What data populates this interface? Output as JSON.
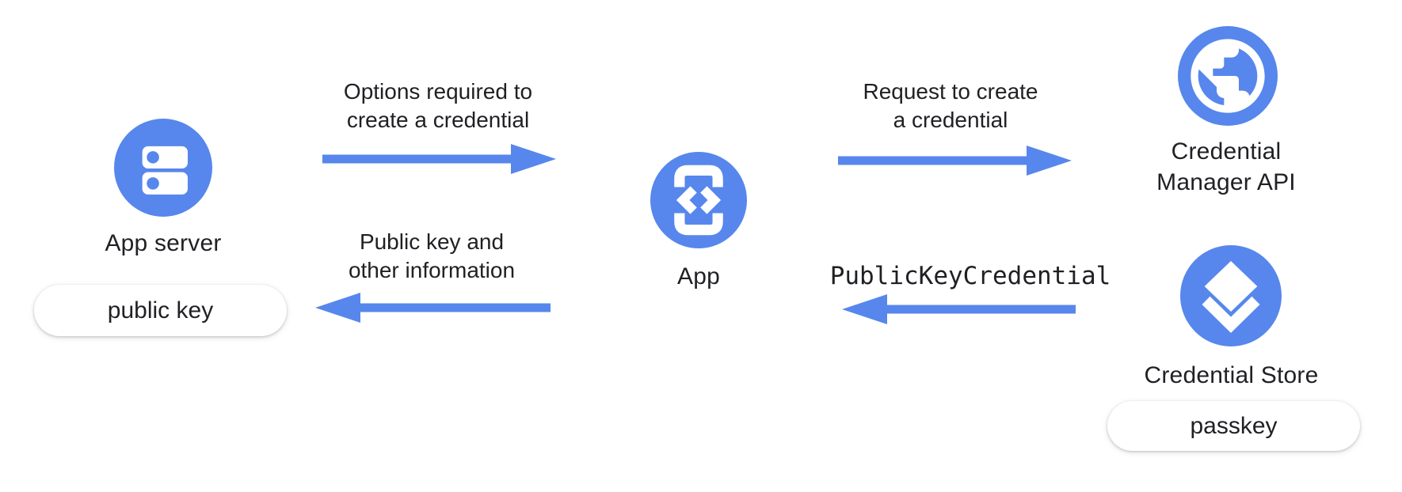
{
  "colors": {
    "accent_blue": "#5787EC",
    "text_dark": "#202124",
    "pill_background": "#ffffff"
  },
  "nodes": {
    "app_server": {
      "label": "App server",
      "icon": "server-icon",
      "tag": "public key"
    },
    "app": {
      "label": "App",
      "icon": "phone-code-icon"
    },
    "credential_manager": {
      "label_line1": "Credential",
      "label_line2": "Manager API",
      "icon": "globe-icon"
    },
    "credential_store": {
      "label": "Credential Store",
      "icon": "layers-icon",
      "tag": "passkey"
    }
  },
  "flows": {
    "options": {
      "label_line1": "Options required to",
      "label_line2": "create a credential",
      "direction": "right"
    },
    "request": {
      "label_line1": "Request to create",
      "label_line2": "a credential",
      "direction": "right"
    },
    "public_key_credential": {
      "label": "PublicKeyCredential",
      "direction": "left"
    },
    "public_key_info": {
      "label_line1": "Public key and",
      "label_line2": "other information",
      "direction": "left"
    }
  }
}
